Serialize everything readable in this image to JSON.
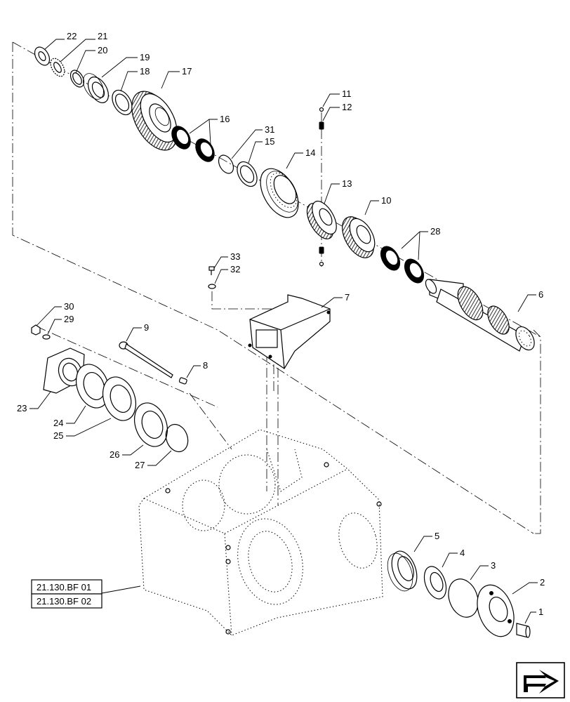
{
  "diagram": {
    "part_numbers": [
      "1",
      "2",
      "3",
      "4",
      "5",
      "6",
      "7",
      "8",
      "9",
      "10",
      "11",
      "12",
      "13",
      "14",
      "15",
      "16",
      "17",
      "18",
      "19",
      "20",
      "21",
      "22",
      "23",
      "24",
      "25",
      "26",
      "27",
      "28",
      "29",
      "30",
      "31",
      "32",
      "33"
    ],
    "references": [
      "21.130.BF 01",
      "21.130.BF 02"
    ],
    "nav_icon": "next-page-arrow-icon"
  }
}
